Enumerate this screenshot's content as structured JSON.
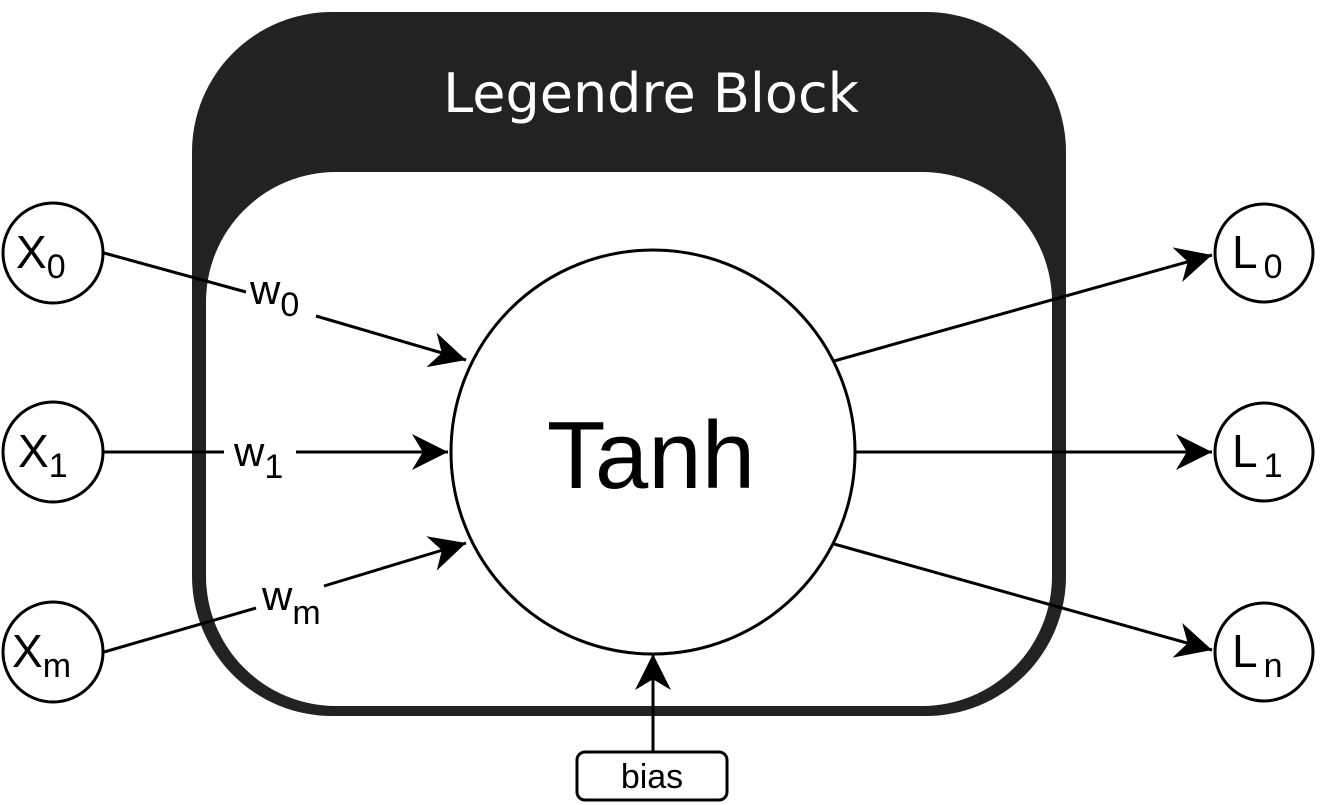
{
  "block": {
    "title": "Legendre Block",
    "header_color": "#222225",
    "body_color": "#ffffff"
  },
  "core": {
    "label": "Tanh"
  },
  "inputs": [
    {
      "base": "X",
      "sub": "0"
    },
    {
      "base": "X",
      "sub": "1"
    },
    {
      "base": "X",
      "sub": "m"
    }
  ],
  "weights": [
    {
      "base": "w",
      "sub": "0"
    },
    {
      "base": "w",
      "sub": "1"
    },
    {
      "base": "w",
      "sub": "m"
    }
  ],
  "outputs": [
    {
      "base": "L",
      "sub": "0"
    },
    {
      "base": "L",
      "sub": "1"
    },
    {
      "base": "L",
      "sub": "n"
    }
  ],
  "bias": {
    "label": "bias"
  }
}
